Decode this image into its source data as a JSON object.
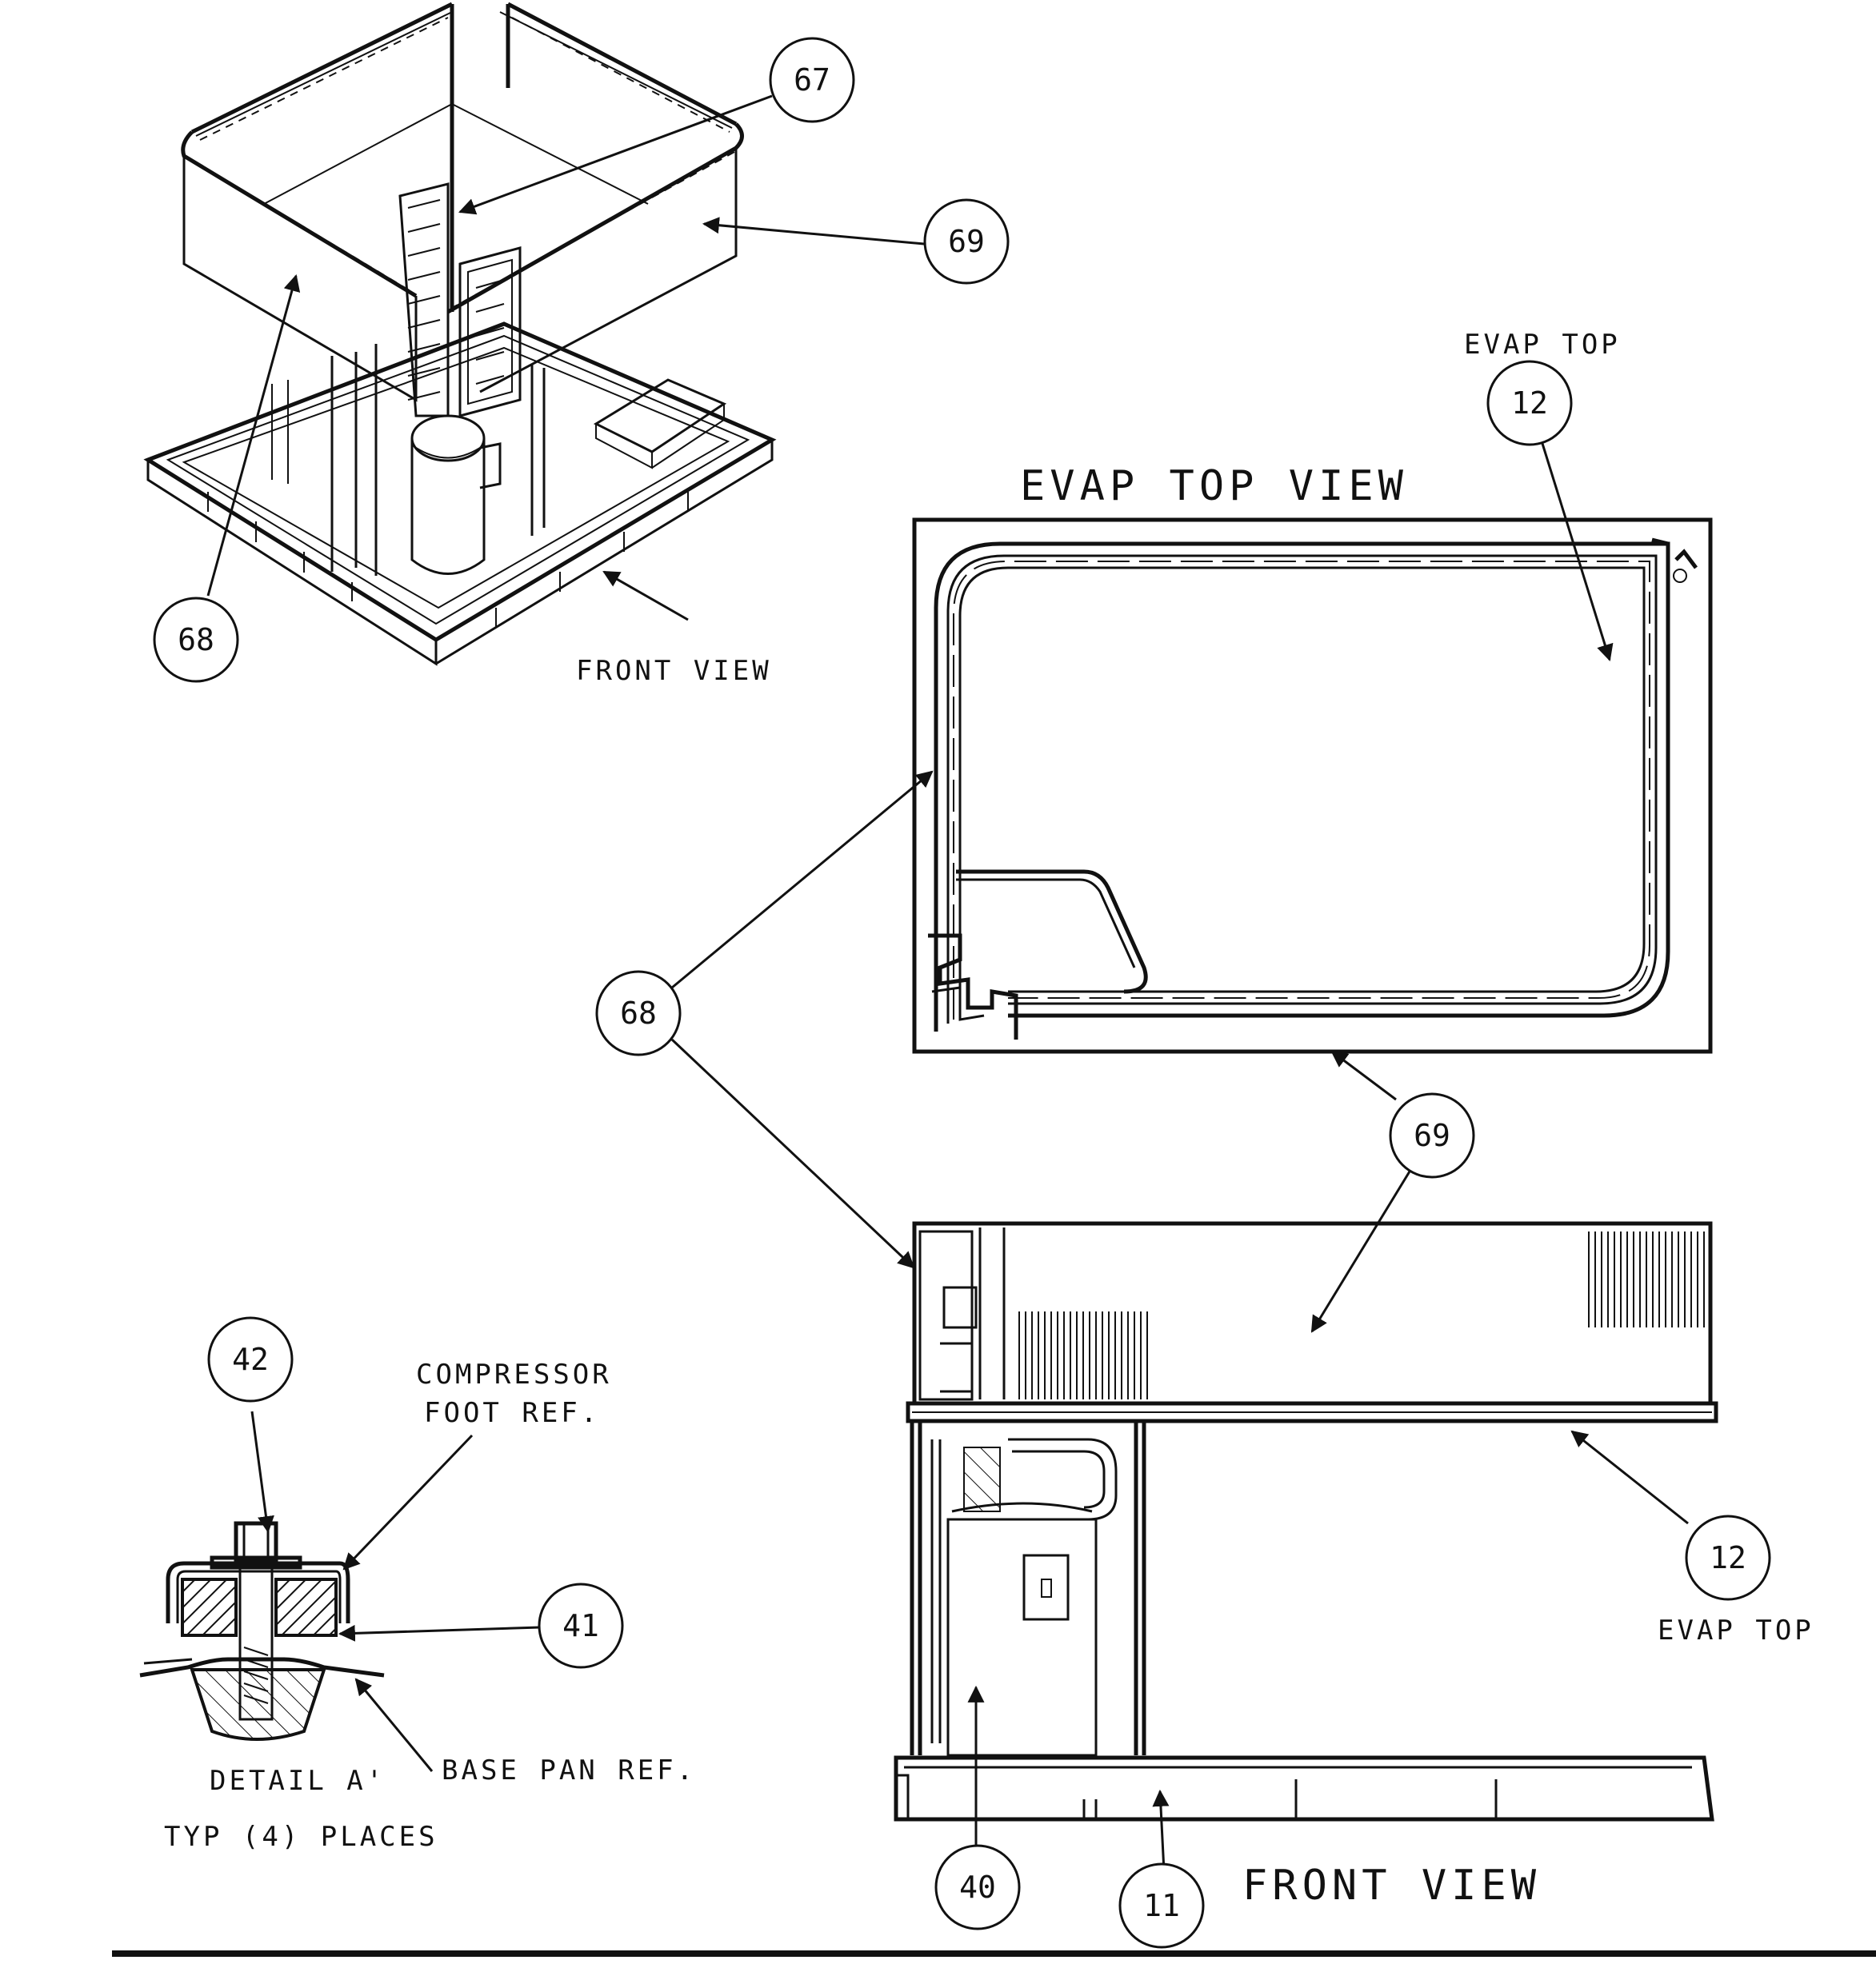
{
  "labels": {
    "front_view_small": "FRONT VIEW",
    "evap_top_view": "EVAP TOP VIEW",
    "evap_top_a": "EVAP TOP",
    "evap_top_b": "EVAP TOP",
    "front_view_large": "FRONT VIEW",
    "compressor_foot_1": "COMPRESSOR",
    "compressor_foot_2": "FOOT REF.",
    "base_pan_ref": "BASE PAN REF.",
    "detail_a": "DETAIL A'",
    "typ_places": "TYP (4) PLACES"
  },
  "callouts": {
    "c67": "67",
    "c69_top": "69",
    "c68_top": "68",
    "c12_top": "12",
    "c68_mid": "68",
    "c69_mid": "69",
    "c12_right": "12",
    "c42": "42",
    "c41": "41",
    "c40": "40",
    "c11": "11"
  }
}
